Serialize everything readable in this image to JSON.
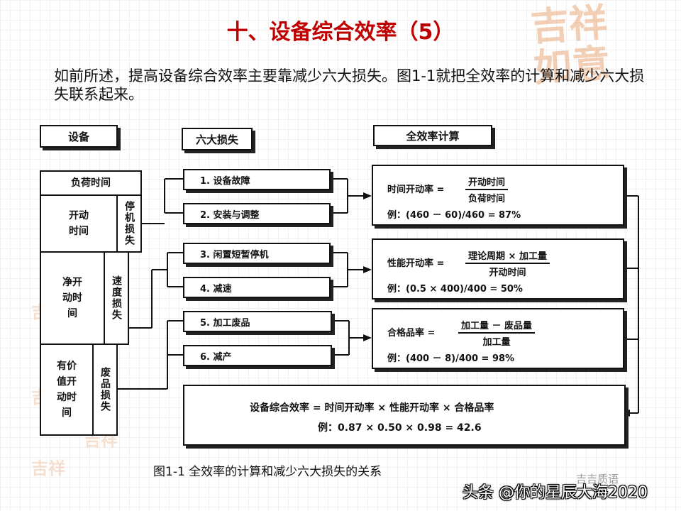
{
  "title": "十、设备综合效率（5）",
  "intro": "如前所述，提高设备综合效率主要靠减少六大损失。图1-1就把全效率的计算和减少六大损失联系起来。",
  "columns": {
    "equipment": "设备",
    "six_losses": "六大损失",
    "calculation": "全效率计算"
  },
  "time_blocks": {
    "load_time": "负荷时间",
    "operating_time": "开动时间",
    "downtime_loss": "停机损失",
    "net_operating_time": "净开动时间",
    "speed_loss": "速度损失",
    "valuable_operating_time": "有价值开动时间",
    "defect_loss": "废品损失"
  },
  "losses": [
    "1. 设备故障",
    "2. 安装与调整",
    "3. 闲置短暂停机",
    "4. 减速",
    "5. 加工废品",
    "6. 减产"
  ],
  "formulas": [
    {
      "label": "时间开动率 =",
      "numerator": "开动时间",
      "denominator": "负荷时间",
      "example": "例：(460 － 60)/460 = 87%"
    },
    {
      "label": "性能开动率 =",
      "numerator": "理论周期 × 加工量",
      "denominator": "开动时间",
      "example": "例：(0.5 × 400)/400 = 50%"
    },
    {
      "label": "合格品率 =",
      "numerator": "加工量 － 废品量",
      "denominator": "加工量",
      "example": "例：(400 － 8)/400 = 98%"
    }
  ],
  "overall": {
    "formula": "设备综合效率 = 时间开动率 × 性能开动率 × 合格品率",
    "example": "例：0.87 × 0.50 × 0.98 = 42.6"
  },
  "caption": "图1-1 全效率的计算和减少六大损失的关系",
  "watermark": "头条 @你的星辰大海2020",
  "wechat_mark": "吉吉质语",
  "seal_text": "吉祥如意",
  "colors": {
    "title": "#c00000",
    "seal": "#e8a97a"
  }
}
